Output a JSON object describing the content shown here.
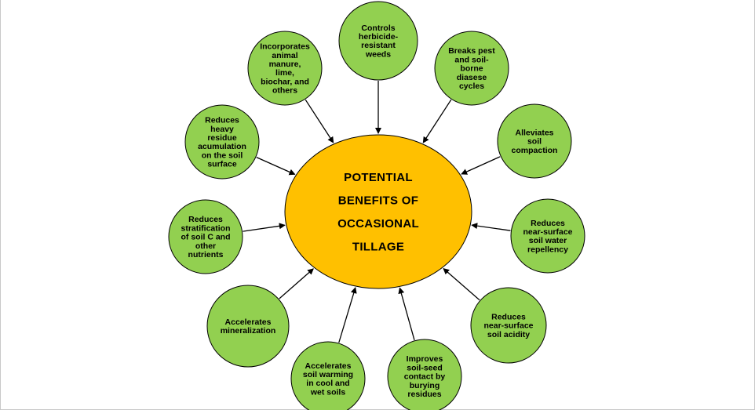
{
  "colors": {
    "center_fill": "#FFC000",
    "node_fill": "#92D050",
    "stroke": "#000000",
    "arrow": "#000000"
  },
  "center": {
    "lines": [
      "POTENTIAL",
      "BENEFITS OF",
      "OCCASIONAL",
      "TILLAGE"
    ]
  },
  "nodes": [
    {
      "id": "herbicide",
      "lines": [
        "Controls",
        "herbicide-",
        "resistant",
        "weeds"
      ]
    },
    {
      "id": "pest",
      "lines": [
        "Breaks pest",
        "and soil-",
        "borne",
        "diasese",
        "cycles"
      ]
    },
    {
      "id": "compaction",
      "lines": [
        "Alleviates",
        "soil",
        "compaction"
      ]
    },
    {
      "id": "water-repellency",
      "lines": [
        "Reduces",
        "near-surface",
        "soil water",
        "repellency"
      ]
    },
    {
      "id": "acidity",
      "lines": [
        "Reduces",
        "near-surface",
        "soil acidity"
      ]
    },
    {
      "id": "seed-contact",
      "lines": [
        "Improves",
        "soil-seed",
        "contact by",
        "burying",
        "residues"
      ]
    },
    {
      "id": "warming",
      "lines": [
        "Accelerates",
        "soil warming",
        "in cool and",
        "wet soils"
      ]
    },
    {
      "id": "mineralization",
      "lines": [
        "Accelerates",
        "mineralization"
      ]
    },
    {
      "id": "stratification",
      "lines": [
        "Reduces",
        "stratification",
        "of soil C and",
        "other",
        "nutrients"
      ]
    },
    {
      "id": "residue",
      "lines": [
        "Reduces",
        "heavy",
        "residue",
        "acumulation",
        "on the soil",
        "surface"
      ]
    },
    {
      "id": "manure",
      "lines": [
        "Incorporates",
        "animal",
        "manure,",
        "lime,",
        "biochar, and",
        "others"
      ]
    }
  ]
}
